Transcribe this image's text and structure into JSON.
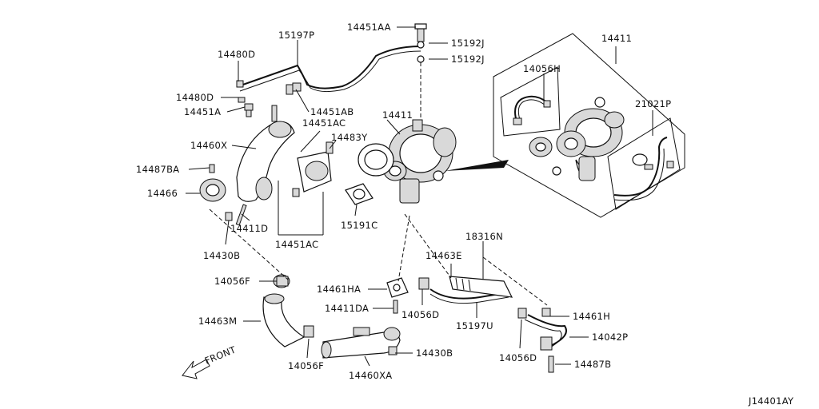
{
  "diagram_id": "J14401AY",
  "front_label": "FRONT",
  "callouts": {
    "c14451AA": "14451AA",
    "c15197P": "15197P",
    "c15192J_a": "15192J",
    "c15192J_b": "15192J",
    "c14411_kit": "14411",
    "c14480D_a": "14480D",
    "c14480D_b": "14480D",
    "c14451A": "14451A",
    "c14451AB": "14451AB",
    "c14451AC_a": "14451AC",
    "c14411_main": "14411",
    "c14056H": "14056H",
    "c21021P": "21021P",
    "c14483Y": "14483Y",
    "c14460X": "14460X",
    "c14487BA": "14487BA",
    "c14466": "14466",
    "c15191C": "15191C",
    "c14411D": "14411D",
    "c14451AC_b": "14451AC",
    "c14430B_a": "14430B",
    "c18316N": "18316N",
    "c14463E": "14463E",
    "c14056F_a": "14056F",
    "c14461HA": "14461HA",
    "c14411DA": "14411DA",
    "c14056D_a": "14056D",
    "c14463M": "14463M",
    "c15197U": "15197U",
    "c14461H": "14461H",
    "c14042P": "14042P",
    "c14056D_b": "14056D",
    "c14056F_b": "14056F",
    "c14460XA": "14460XA",
    "c14430B_b": "14430B",
    "c14487B": "14487B"
  }
}
